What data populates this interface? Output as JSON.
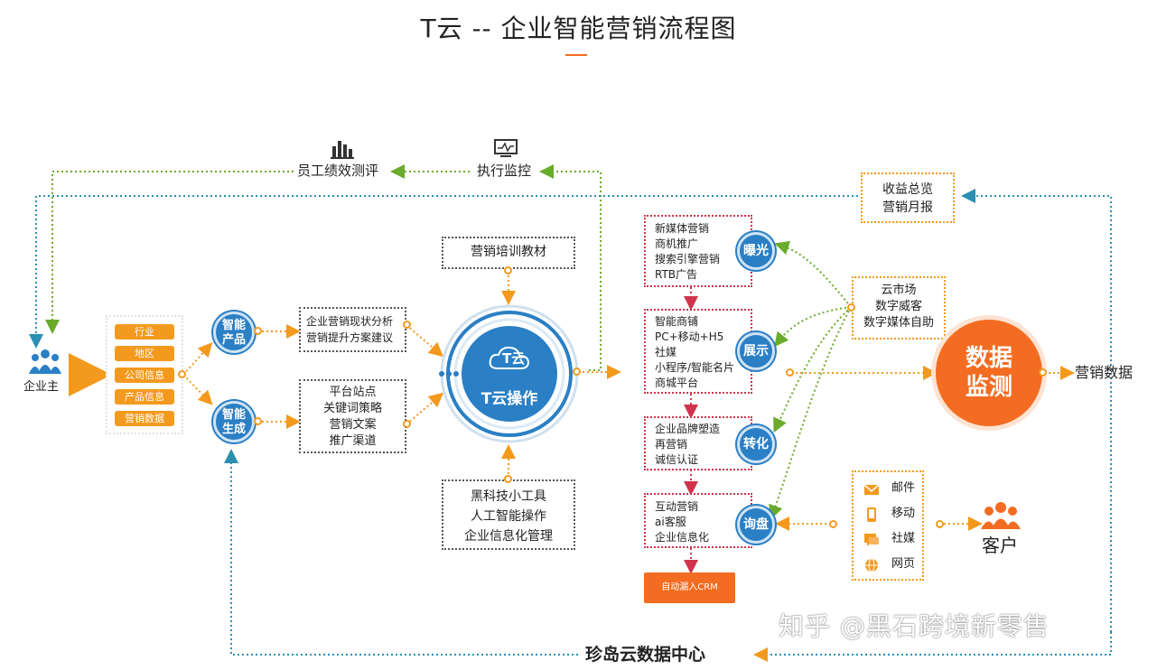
{
  "title": "T云 -- 企业智能营销流程图",
  "top": {
    "performance_label": "员工绩效测评",
    "performance_icon": "bar-chart-icon",
    "monitor_label": "执行监控",
    "monitor_icon": "monitor-icon"
  },
  "owner": {
    "label": "企业主",
    "icon": "people-icon"
  },
  "info_items": [
    "行业",
    "地区",
    "公司信息",
    "产品信息",
    "营销数据"
  ],
  "smart_product": "智能\n产品",
  "smart_generate": "智能\n生成",
  "analysis_box": [
    "企业营销现状分析",
    "营销提升方案建议"
  ],
  "platform_box": [
    "平台站点",
    "关键词策略",
    "营销文案",
    "推广渠道"
  ],
  "training_box": "营销培训教材",
  "tools_box": [
    "黑科技小工具",
    "人工智能操作",
    "企业信息化管理"
  ],
  "center": {
    "logo_text": "T云",
    "label": "T云操作"
  },
  "revenue_box": [
    "收益总览",
    "营销月报"
  ],
  "cloud_box": [
    "云市场",
    "数字威客",
    "数字媒体自助"
  ],
  "stages": [
    {
      "circle": "曝光",
      "items": [
        "新媒体营销",
        "商机推广",
        "搜索引擎营销",
        "RTB广告"
      ]
    },
    {
      "circle": "展示",
      "items": [
        "智能商铺",
        "PC+移动+H5",
        "社媒",
        "小程序/智能名片",
        "商城平台"
      ]
    },
    {
      "circle": "转化",
      "items": [
        "企业品牌塑造",
        "再营销",
        "诚信认证"
      ]
    },
    {
      "circle": "询盘",
      "items": [
        "互动营销",
        "ai客服",
        "企业信息化"
      ]
    }
  ],
  "crm_button": "自动漏入CRM",
  "data_monitor": "数据\n监测",
  "marketing_data": "营销数据",
  "channels": [
    {
      "label": "邮件",
      "icon": "mail-icon"
    },
    {
      "label": "移动",
      "icon": "mobile-icon"
    },
    {
      "label": "社媒",
      "icon": "chat-icon"
    },
    {
      "label": "网页",
      "icon": "globe-icon"
    }
  ],
  "customer": {
    "label": "客户",
    "icon": "people-icon"
  },
  "data_center": "珍岛云数据中心",
  "watermark": "知乎 @黑石跨境新零售",
  "colors": {
    "orange": "#f39a1e",
    "dark_orange": "#f36c21",
    "blue": "#2a7fc5",
    "green": "#6aab2b",
    "red": "#d0334b",
    "teal": "#2a8fb0"
  }
}
